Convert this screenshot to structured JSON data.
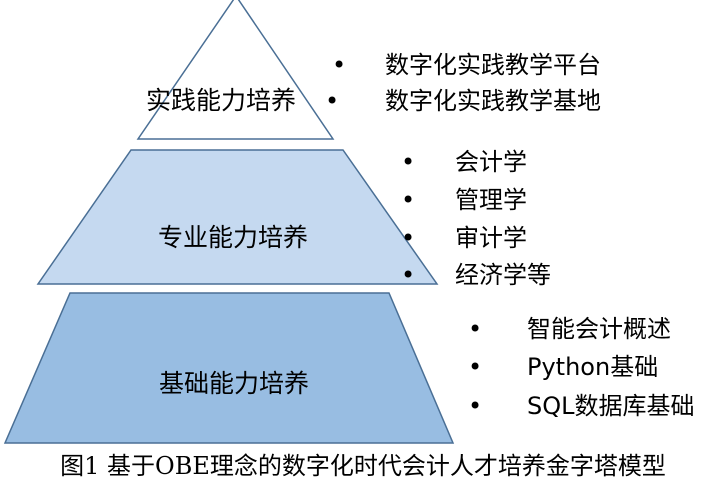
{
  "pyramid": {
    "tiers": [
      {
        "label": "实践能力培养",
        "fill": "#ffffff",
        "bullets": [
          "数字化实践教学平台",
          "数字化实践教学基地"
        ]
      },
      {
        "label": "专业能力培养",
        "fill": "#c5d9f0",
        "bullets": [
          "会计学",
          "管理学",
          "审计学",
          "经济学等"
        ]
      },
      {
        "label": "基础能力培养",
        "fill": "#98bde2",
        "bullets": [
          "智能会计概述",
          "Python基础",
          "SQL数据库基础"
        ]
      }
    ],
    "outline_color": "#4a6f95",
    "bullet_symbol": "•"
  },
  "caption": "图1 基于OBE理念的数字化时代会计人才培养金字塔模型"
}
